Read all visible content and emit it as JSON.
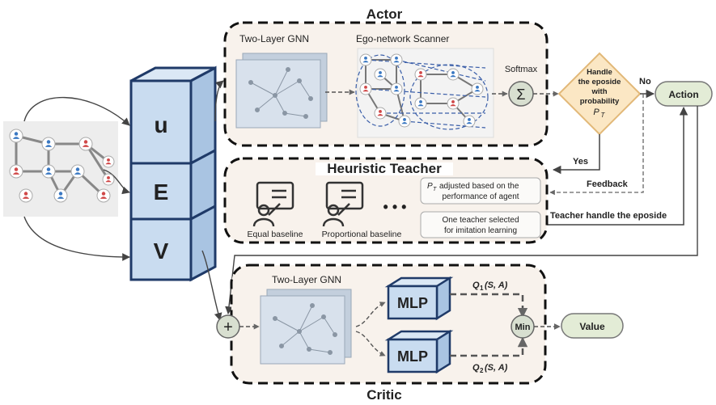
{
  "actor": {
    "title": "Actor",
    "gnn_label": "Two-Layer GNN",
    "scanner_label": "Ego-network Scanner",
    "softmax_label": "Softmax",
    "sigma_symbol": "Σ",
    "decision_lines": [
      "Handle",
      "the eposide",
      "with",
      "probability"
    ],
    "decision_prob_symbol": "P",
    "decision_prob_sub": "T",
    "no_label": "No",
    "action_label": "Action",
    "yes_label": "Yes"
  },
  "teacher": {
    "title": "Heuristic Teacher",
    "equal_label": "Equal baseline",
    "proportional_label": "Proportional baseline",
    "ellipsis": "• • •",
    "note1_symbol": "P",
    "note1_sub": "T",
    "note1_line1": "adjusted based on the",
    "note1_line2": "performance of agent",
    "note2_line1": "One teacher selected",
    "note2_line2": "for imitation learning",
    "feedback_label": "Feedback",
    "handle_label": "Teacher handle the eposide"
  },
  "embedding": {
    "u_label": "u",
    "e_label": "E",
    "v_label": "V"
  },
  "critic": {
    "title": "Critic",
    "gnn_label": "Two-Layer GNN",
    "plus_symbol": "+",
    "mlp1_label": "MLP",
    "mlp2_label": "MLP",
    "q1_main": "Q",
    "q1_sub": "1",
    "q1_args": "(S, A)",
    "q2_main": "Q",
    "q2_sub": "2",
    "q2_args": "(S, A)",
    "min_label": "Min",
    "value_label": "Value"
  },
  "colors": {
    "panel_fill": "#f8f2ec",
    "cube_fill": "#c9dcf0",
    "cube_stroke": "#1f3a68",
    "diamond_fill": "#fbe7c4",
    "diamond_stroke": "#e2b878",
    "pill_fill": "#e3ecd6",
    "node_blue": "#3a78c2",
    "node_red": "#d04848"
  }
}
